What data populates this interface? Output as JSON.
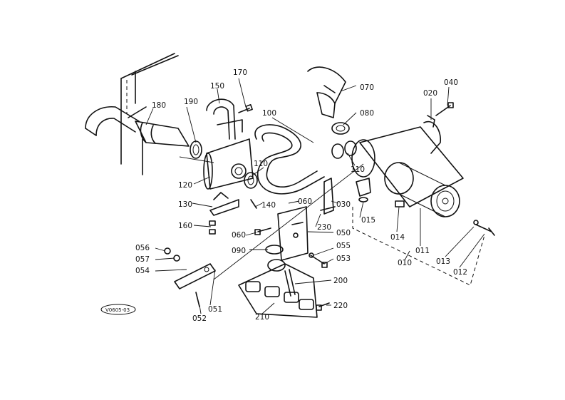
{
  "diagram_id": "V0605-03",
  "labels": {
    "p170": "170",
    "p070": "070",
    "p040": "040",
    "p020": "020",
    "p150": "150",
    "p190": "190",
    "p180": "180",
    "p100": "100",
    "p080": "080",
    "p110a": "110",
    "p110b": "110",
    "p120": "120",
    "p130": "130",
    "p140": "140",
    "p060a": "060",
    "p030": "030",
    "p160": "160",
    "p060b": "060",
    "p230": "230",
    "p050": "050",
    "p015": "015",
    "p014": "014",
    "p011": "011",
    "p013": "013",
    "p012": "012",
    "p010": "010",
    "p090": "090",
    "p055": "055",
    "p056": "056",
    "p057": "057",
    "p053": "053",
    "p054": "054",
    "p200": "200",
    "p051": "051",
    "p052": "052",
    "p210": "210",
    "p220": "220"
  }
}
